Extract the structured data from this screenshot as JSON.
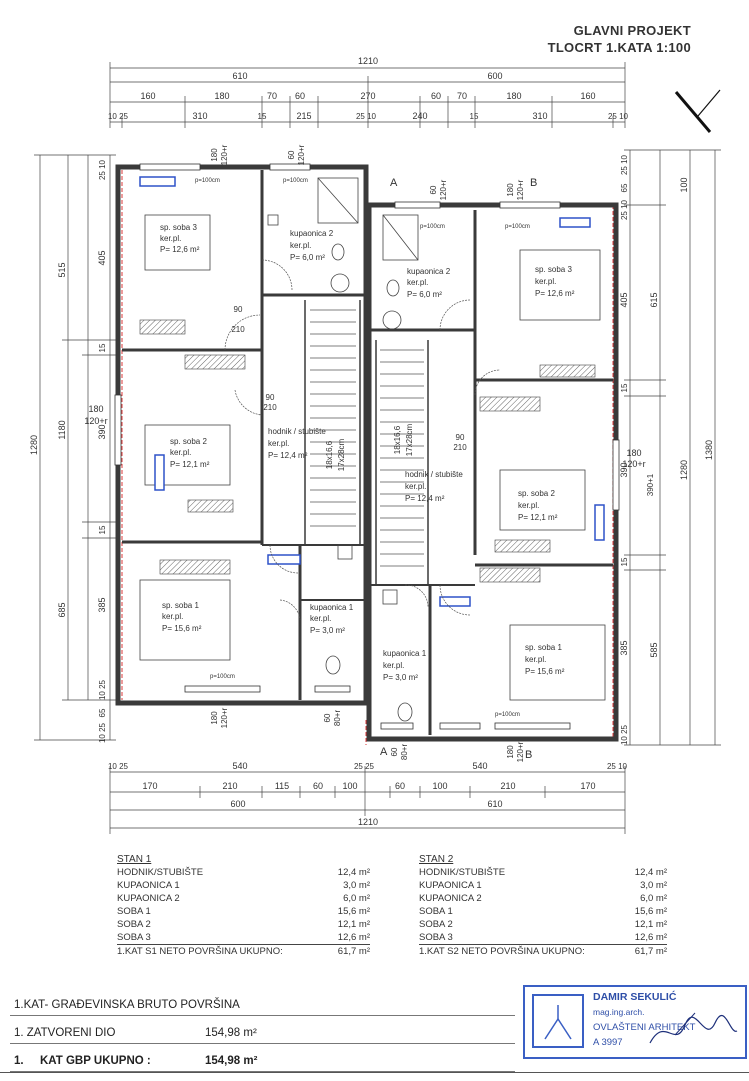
{
  "header": {
    "line1": "GLAVNI PROJEKT",
    "line2": "TLOCRT 1.KATA 1:100"
  },
  "dimensions": {
    "top_total": "1210",
    "top_halves": [
      "610",
      "600"
    ],
    "top_row3": [
      "160",
      "180",
      "70",
      "60",
      "270",
      "60",
      "70",
      "180",
      "160"
    ],
    "top_row4": [
      "10 25",
      "310",
      "15",
      "215",
      "25 10",
      "240",
      "15",
      "310",
      "25 10"
    ],
    "bottom_row1": [
      "10 25",
      "540",
      "25 25",
      "540",
      "25 10"
    ],
    "bottom_row2": [
      "170",
      "210",
      "115",
      "60",
      "100",
      "60",
      "100",
      "210",
      "170"
    ],
    "bottom_halves": [
      "600",
      "610"
    ],
    "bottom_total": "1210",
    "left_outer": "1280",
    "left_mid": [
      "515",
      "1180",
      "685"
    ],
    "left_inner": [
      "405",
      "15",
      "390",
      "15",
      "385"
    ],
    "left_small": [
      "25 10",
      "10 25",
      "65",
      "10 25"
    ],
    "right_outer": "1380",
    "right_mid": [
      "100",
      "615",
      "1280",
      "585"
    ],
    "right_inner": [
      "25 10",
      "65",
      "25 10",
      "405",
      "15",
      "390",
      "15",
      "385",
      "10 25"
    ],
    "window_small": [
      "180",
      "120+r",
      "60",
      "120+r",
      "90",
      "210",
      "80+r"
    ],
    "ext_180": "180",
    "ext_120": "120+r",
    "ext_390": "390+1",
    "window_note": "p=100cm",
    "stair_note1": "18x16,6",
    "stair_note2": "17x28cm",
    "section_a": "A",
    "section_b": "B"
  },
  "rooms": {
    "s1_soba3": {
      "name": "sp. soba 3",
      "floor": "ker.pl.",
      "area": "P= 12,6 m²"
    },
    "s1_kup2": {
      "name": "kupaonica 2",
      "floor": "ker.pl.",
      "area": "P= 6,0 m²"
    },
    "s1_soba2": {
      "name": "sp. soba 2",
      "floor": "ker.pl.",
      "area": "P= 12,1 m²"
    },
    "s1_hodnik": {
      "name": "hodnik / stubište",
      "floor": "ker.pl.",
      "area": "P= 12,4 m²"
    },
    "s1_soba1": {
      "name": "sp. soba 1",
      "floor": "ker.pl.",
      "area": "P= 15,6 m²"
    },
    "s1_kup1": {
      "name": "kupaonica 1",
      "floor": "ker.pl.",
      "area": "P= 3,0 m²"
    },
    "s2_kup2": {
      "name": "kupaonica 2",
      "floor": "ker.pl.",
      "area": "P= 6,0 m²"
    },
    "s2_soba3": {
      "name": "sp. soba 3",
      "floor": "ker.pl.",
      "area": "P= 12,6 m²"
    },
    "s2_hodnik": {
      "name": "hodnik / stubište",
      "floor": "ker.pl.",
      "area": "P= 12,4 m²"
    },
    "s2_soba2": {
      "name": "sp. soba 2",
      "floor": "ker.pl.",
      "area": "P= 12,1 m²"
    },
    "s2_kup1": {
      "name": "kupaonica 1",
      "floor": "ker.pl.",
      "area": "P= 3,0 m²"
    },
    "s2_soba1": {
      "name": "sp. soba 1",
      "floor": "ker.pl.",
      "area": "P= 15,6 m²"
    }
  },
  "stan1": {
    "title": "STAN 1",
    "rows": [
      {
        "label": "HODNIK/STUBIŠTE",
        "value": "12,4 m²"
      },
      {
        "label": "KUPAONICA 1",
        "value": "3,0 m²"
      },
      {
        "label": "KUPAONICA 2",
        "value": "6,0 m²"
      },
      {
        "label": "SOBA 1",
        "value": "15,6 m²"
      },
      {
        "label": "SOBA 2",
        "value": "12,1 m²"
      },
      {
        "label": "SOBA 3",
        "value": "12,6 m²"
      }
    ],
    "total_label": "1.KAT S1 NETO POVRŠINA UKUPNO:",
    "total_value": "61,7 m²"
  },
  "stan2": {
    "title": "STAN 2",
    "rows": [
      {
        "label": "HODNIK/STUBIŠTE",
        "value": "12,4 m²"
      },
      {
        "label": "KUPAONICA 1",
        "value": "3,0 m²"
      },
      {
        "label": "KUPAONICA 2",
        "value": "6,0 m²"
      },
      {
        "label": "SOBA 1",
        "value": "15,6 m²"
      },
      {
        "label": "SOBA 2",
        "value": "12,1 m²"
      },
      {
        "label": "SOBA 3",
        "value": "12,6 m²"
      }
    ],
    "total_label": "1.KAT S2 NETO POVRŠINA UKUPNO:",
    "total_value": "61,7 m²"
  },
  "gbp": {
    "title": "1.KAT- GRAĐEVINSKA BRUTO  POVRŠINA",
    "line1_label": "1. ZATVORENI  DIO",
    "line1_value": "154,98 m²",
    "line2_num": "1.",
    "line2_label": "KAT GBP  UKUPNO :",
    "line2_value": "154,98 m²"
  },
  "stamp": {
    "name": "DAMIR SEKULIĆ",
    "title": "mag.ing.arch.",
    "role": "OVLAŠTENI ARHITEKT",
    "number": "A 3997"
  },
  "colors": {
    "wall": "#3a3a3a",
    "radiator": "#2e52c8",
    "firewall": "#d9383a",
    "stamp": "#3a5fc4"
  }
}
